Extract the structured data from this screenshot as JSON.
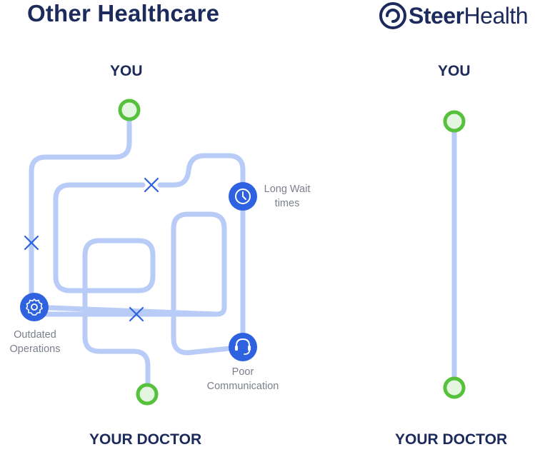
{
  "left_panel": {
    "title": "Other Healthcare",
    "top_label": "YOU",
    "bottom_label": "YOUR DOCTOR",
    "obstacles": {
      "wait": {
        "line1": "Long Wait",
        "line2": "times",
        "icon": "clock-icon"
      },
      "operations": {
        "line1": "Outdated",
        "line2": "Operations",
        "icon": "gear-icon"
      },
      "communication": {
        "line1": "Poor",
        "line2": "Communication",
        "icon": "headset-icon"
      }
    },
    "dead_end_icon": "x-icon"
  },
  "right_panel": {
    "brand": {
      "bold": "Steer",
      "regular": "Health",
      "icon": "steer-logo-icon"
    },
    "top_label": "YOU",
    "bottom_label": "YOUR DOCTOR"
  },
  "colors": {
    "path": "#b8ccf7",
    "node_fill": "#2f62e0",
    "endpoint_ring": "#56c13c",
    "heading": "#1c2a5c",
    "caption": "#7b7f8c"
  }
}
